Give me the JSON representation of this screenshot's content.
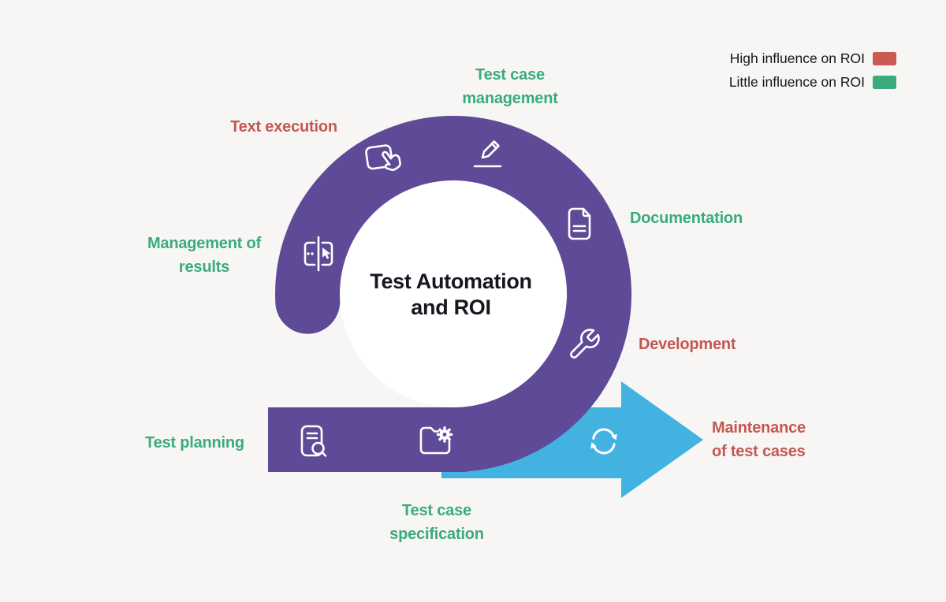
{
  "center": {
    "title": "Test Automation and ROI"
  },
  "legend": {
    "items": [
      {
        "label": "High influence on ROI",
        "color": "#cb5a52"
      },
      {
        "label": "Little influence on ROI",
        "color": "#3aab7d"
      }
    ]
  },
  "stages": [
    {
      "id": "test-case-management",
      "label": "Test case management",
      "influence": "little",
      "icon": "pencil-icon"
    },
    {
      "id": "text-execution",
      "label": "Text execution",
      "influence": "high",
      "icon": "tap-icon"
    },
    {
      "id": "documentation",
      "label": "Documentation",
      "influence": "little",
      "icon": "document-icon"
    },
    {
      "id": "management-of-results",
      "label": "Management of results",
      "influence": "little",
      "icon": "split-view-cursor-icon"
    },
    {
      "id": "development",
      "label": "Development",
      "influence": "high",
      "icon": "wrench-icon"
    },
    {
      "id": "test-planning",
      "label": "Test planning",
      "influence": "little",
      "icon": "document-search-icon"
    },
    {
      "id": "test-case-specification",
      "label": "Test case specification",
      "influence": "little",
      "icon": "folder-gear-icon"
    },
    {
      "id": "maintenance-of-test-cases",
      "label": "Maintenance of test cases",
      "influence": "high",
      "icon": "sync-icon"
    }
  ],
  "colors": {
    "background": "#f7f6f4",
    "spiral": "#5e4a96",
    "arrow": "#42b3e1",
    "inner_circle": "#ffffff",
    "high_influence_text": "#c45750",
    "little_influence_text": "#3aab7d",
    "title_text": "#17171f",
    "legend_text": "#15151d"
  }
}
